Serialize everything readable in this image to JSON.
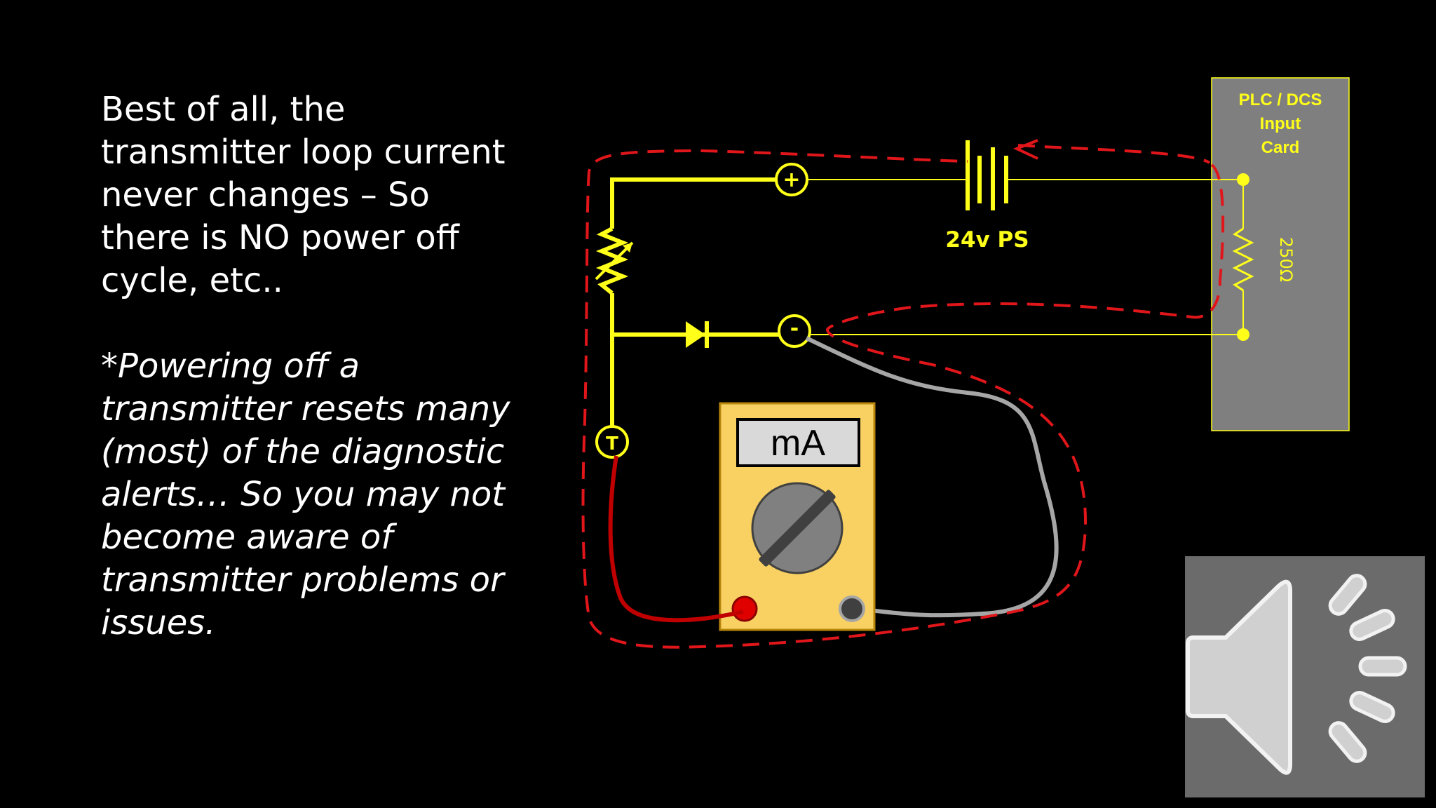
{
  "slide": {
    "main_text_lines": [
      "Best of all, the",
      "transmitter loop current",
      "never changes – So",
      "there is NO power off",
      "cycle, etc.."
    ],
    "note_text_lines": [
      "*Powering off a",
      "transmitter resets many",
      "(most) of the diagnostic",
      "alerts… So you may not",
      "become aware of",
      "transmitter problems or",
      "issues."
    ]
  },
  "diagram": {
    "plc_card_label": [
      "PLC / DCS",
      "Input",
      "Card"
    ],
    "power_supply_label": "24v PS",
    "resistor_label": "250Ω",
    "terminal_plus": "+",
    "terminal_minus": "-",
    "terminal_test": "T",
    "meter_display": "mA",
    "colors": {
      "wire": "#ffff1a",
      "current_path": "#e0161b",
      "meter_body": "#f9d162",
      "plc_card": "#7f7f7f",
      "test_lead_red": "#c00000",
      "test_lead_gray": "#a6a6a6"
    }
  },
  "speaker": {
    "icon": "speaker-icon",
    "colors": {
      "background": "#6b6b6b",
      "body": "#d0d0d0"
    }
  }
}
